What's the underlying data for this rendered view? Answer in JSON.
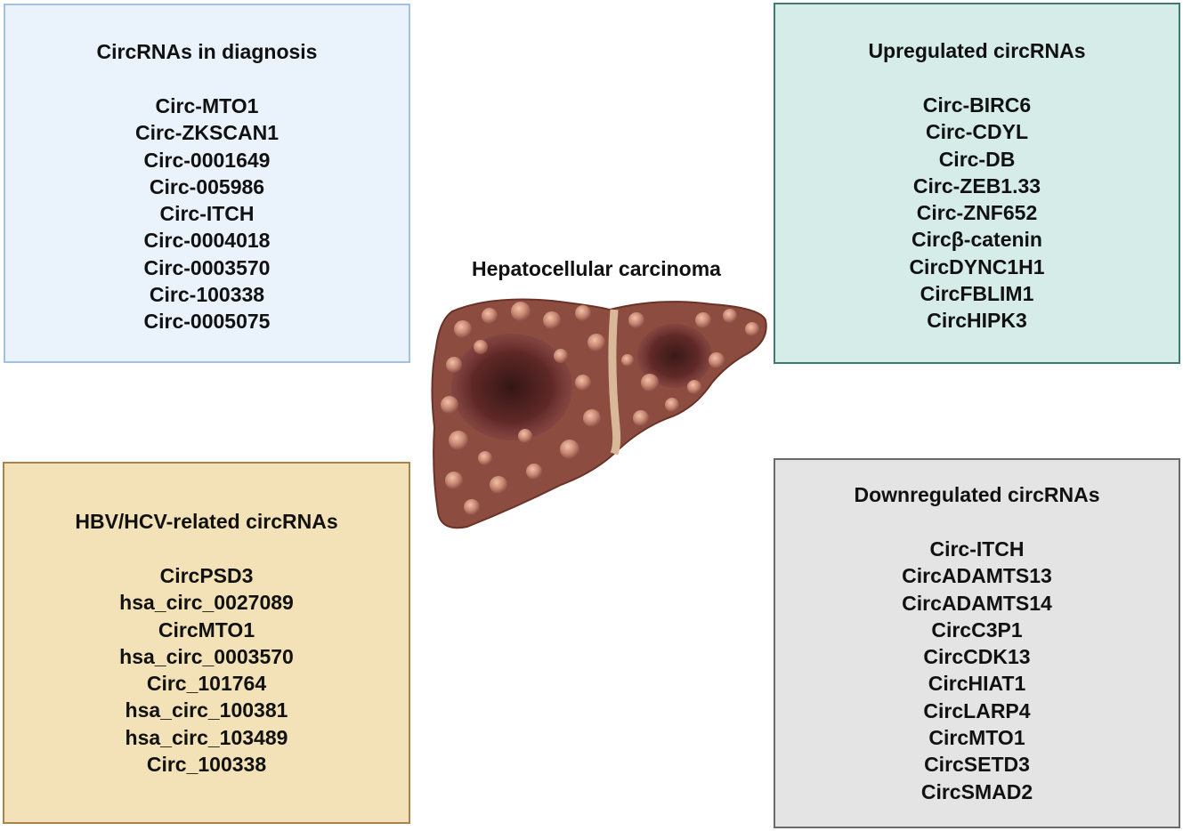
{
  "center": {
    "title": "Hepatocellular carcinoma",
    "image_icon": "liver-tumor-illustration"
  },
  "boxes": {
    "diagnosis": {
      "title": "CircRNAs in diagnosis",
      "items": [
        "Circ-MTO1",
        "Circ-ZKSCAN1",
        "Circ-0001649",
        "Circ-005986",
        "Circ-ITCH",
        "Circ-0004018",
        "Circ-0003570",
        "Circ-100338",
        "Circ-0005075"
      ],
      "color": "#eaf2fb"
    },
    "upregulated": {
      "title": "Upregulated circRNAs",
      "items": [
        "Circ-BIRC6",
        "Circ-CDYL",
        "Circ-DB",
        "Circ-ZEB1.33",
        "Circ-ZNF652",
        "Circβ-catenin",
        "CircDYNC1H1",
        "CircFBLIM1",
        "CircHIPK3"
      ],
      "color": "#d5ece9"
    },
    "hbv_hcv": {
      "title": "HBV/HCV-related circRNAs",
      "items": [
        "CircPSD3",
        "hsa_circ_0027089",
        "CircMTO1",
        "hsa_circ_0003570",
        "Circ_101764",
        "hsa_circ_100381",
        "hsa_circ_103489",
        "Circ_100338"
      ],
      "color": "#f3e2b7"
    },
    "downregulated": {
      "title": "Downregulated circRNAs",
      "items": [
        "Circ-ITCH",
        "CircADAMTS13",
        "CircADAMTS14",
        "CircC3P1",
        "CircCDK13",
        "CircHIAT1",
        "CircLARP4",
        "CircMTO1",
        "CircSETD3",
        "CircSMAD2"
      ],
      "color": "#e4e4e4"
    }
  }
}
